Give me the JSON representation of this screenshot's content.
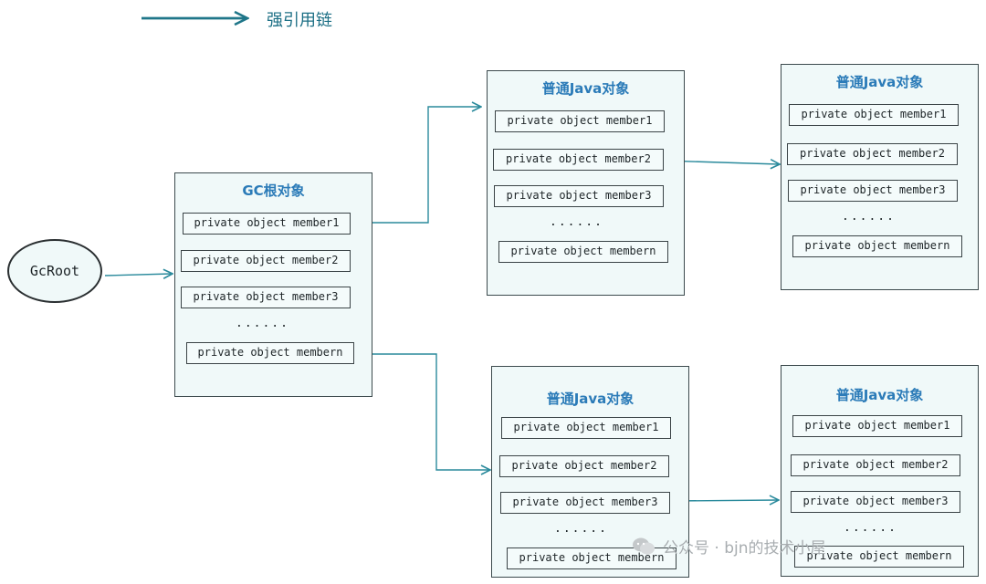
{
  "legend": {
    "label": "强引用链"
  },
  "gc_root": {
    "label": "GcRoot"
  },
  "objects": [
    {
      "id": "gc-root-object",
      "title": "GC根对象",
      "members": [
        "private object member1",
        "private object member2",
        "private object member3",
        "......",
        "private object membern"
      ]
    },
    {
      "id": "java-object-top-middle",
      "title": "普通Java对象",
      "members": [
        "private object member1",
        "private object member2",
        "private object member3",
        "......",
        "private object membern"
      ]
    },
    {
      "id": "java-object-top-right",
      "title": "普通Java对象",
      "members": [
        "private object member1",
        "private object member2",
        "private object member3",
        "......",
        "private object membern"
      ]
    },
    {
      "id": "java-object-bottom-middle",
      "title": "普通Java对象",
      "members": [
        "private object member1",
        "private object member2",
        "private object member3",
        "......",
        "private object membern"
      ]
    },
    {
      "id": "java-object-bottom-right",
      "title": "普通Java对象",
      "members": [
        "private object member1",
        "private object member2",
        "private object member3",
        "......",
        "private object membern"
      ]
    }
  ],
  "edges": [
    {
      "from": "gc_root",
      "to": "gc-root-object"
    },
    {
      "from": "gc-root-object.member1",
      "to": "java-object-top-middle"
    },
    {
      "from": "gc-root-object.membern",
      "to": "java-object-bottom-middle"
    },
    {
      "from": "java-object-top-middle.member2",
      "to": "java-object-top-right"
    },
    {
      "from": "java-object-bottom-middle.member3",
      "to": "java-object-bottom-right"
    }
  ],
  "watermark": {
    "text": "公众号 · bjn的技术小屋"
  },
  "colors": {
    "arrow": "#2a8a9c",
    "title_text": "#2b7bb8",
    "box_fill": "#f0f9f9",
    "box_border": "#3c4a4d"
  }
}
